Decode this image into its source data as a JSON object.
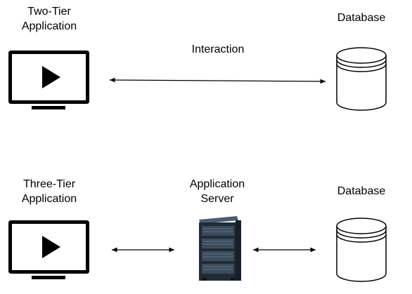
{
  "two_tier": {
    "title_line1": "Two-Tier",
    "title_line2": "Application",
    "connection_label": "Interaction",
    "database_label": "Database"
  },
  "three_tier": {
    "title_line1": "Three-Tier",
    "title_line2": "Application",
    "server_label_line1": "Application",
    "server_label_line2": "Server",
    "database_label": "Database"
  },
  "icons": {
    "client": "monitor-play-icon",
    "database": "database-cylinder-icon",
    "server": "server-rack-icon",
    "connection": "double-arrow"
  },
  "colors": {
    "line": "#000000",
    "background": "#ffffff",
    "server_body": "#1f2b36",
    "server_panel": "#3c4c5c"
  }
}
